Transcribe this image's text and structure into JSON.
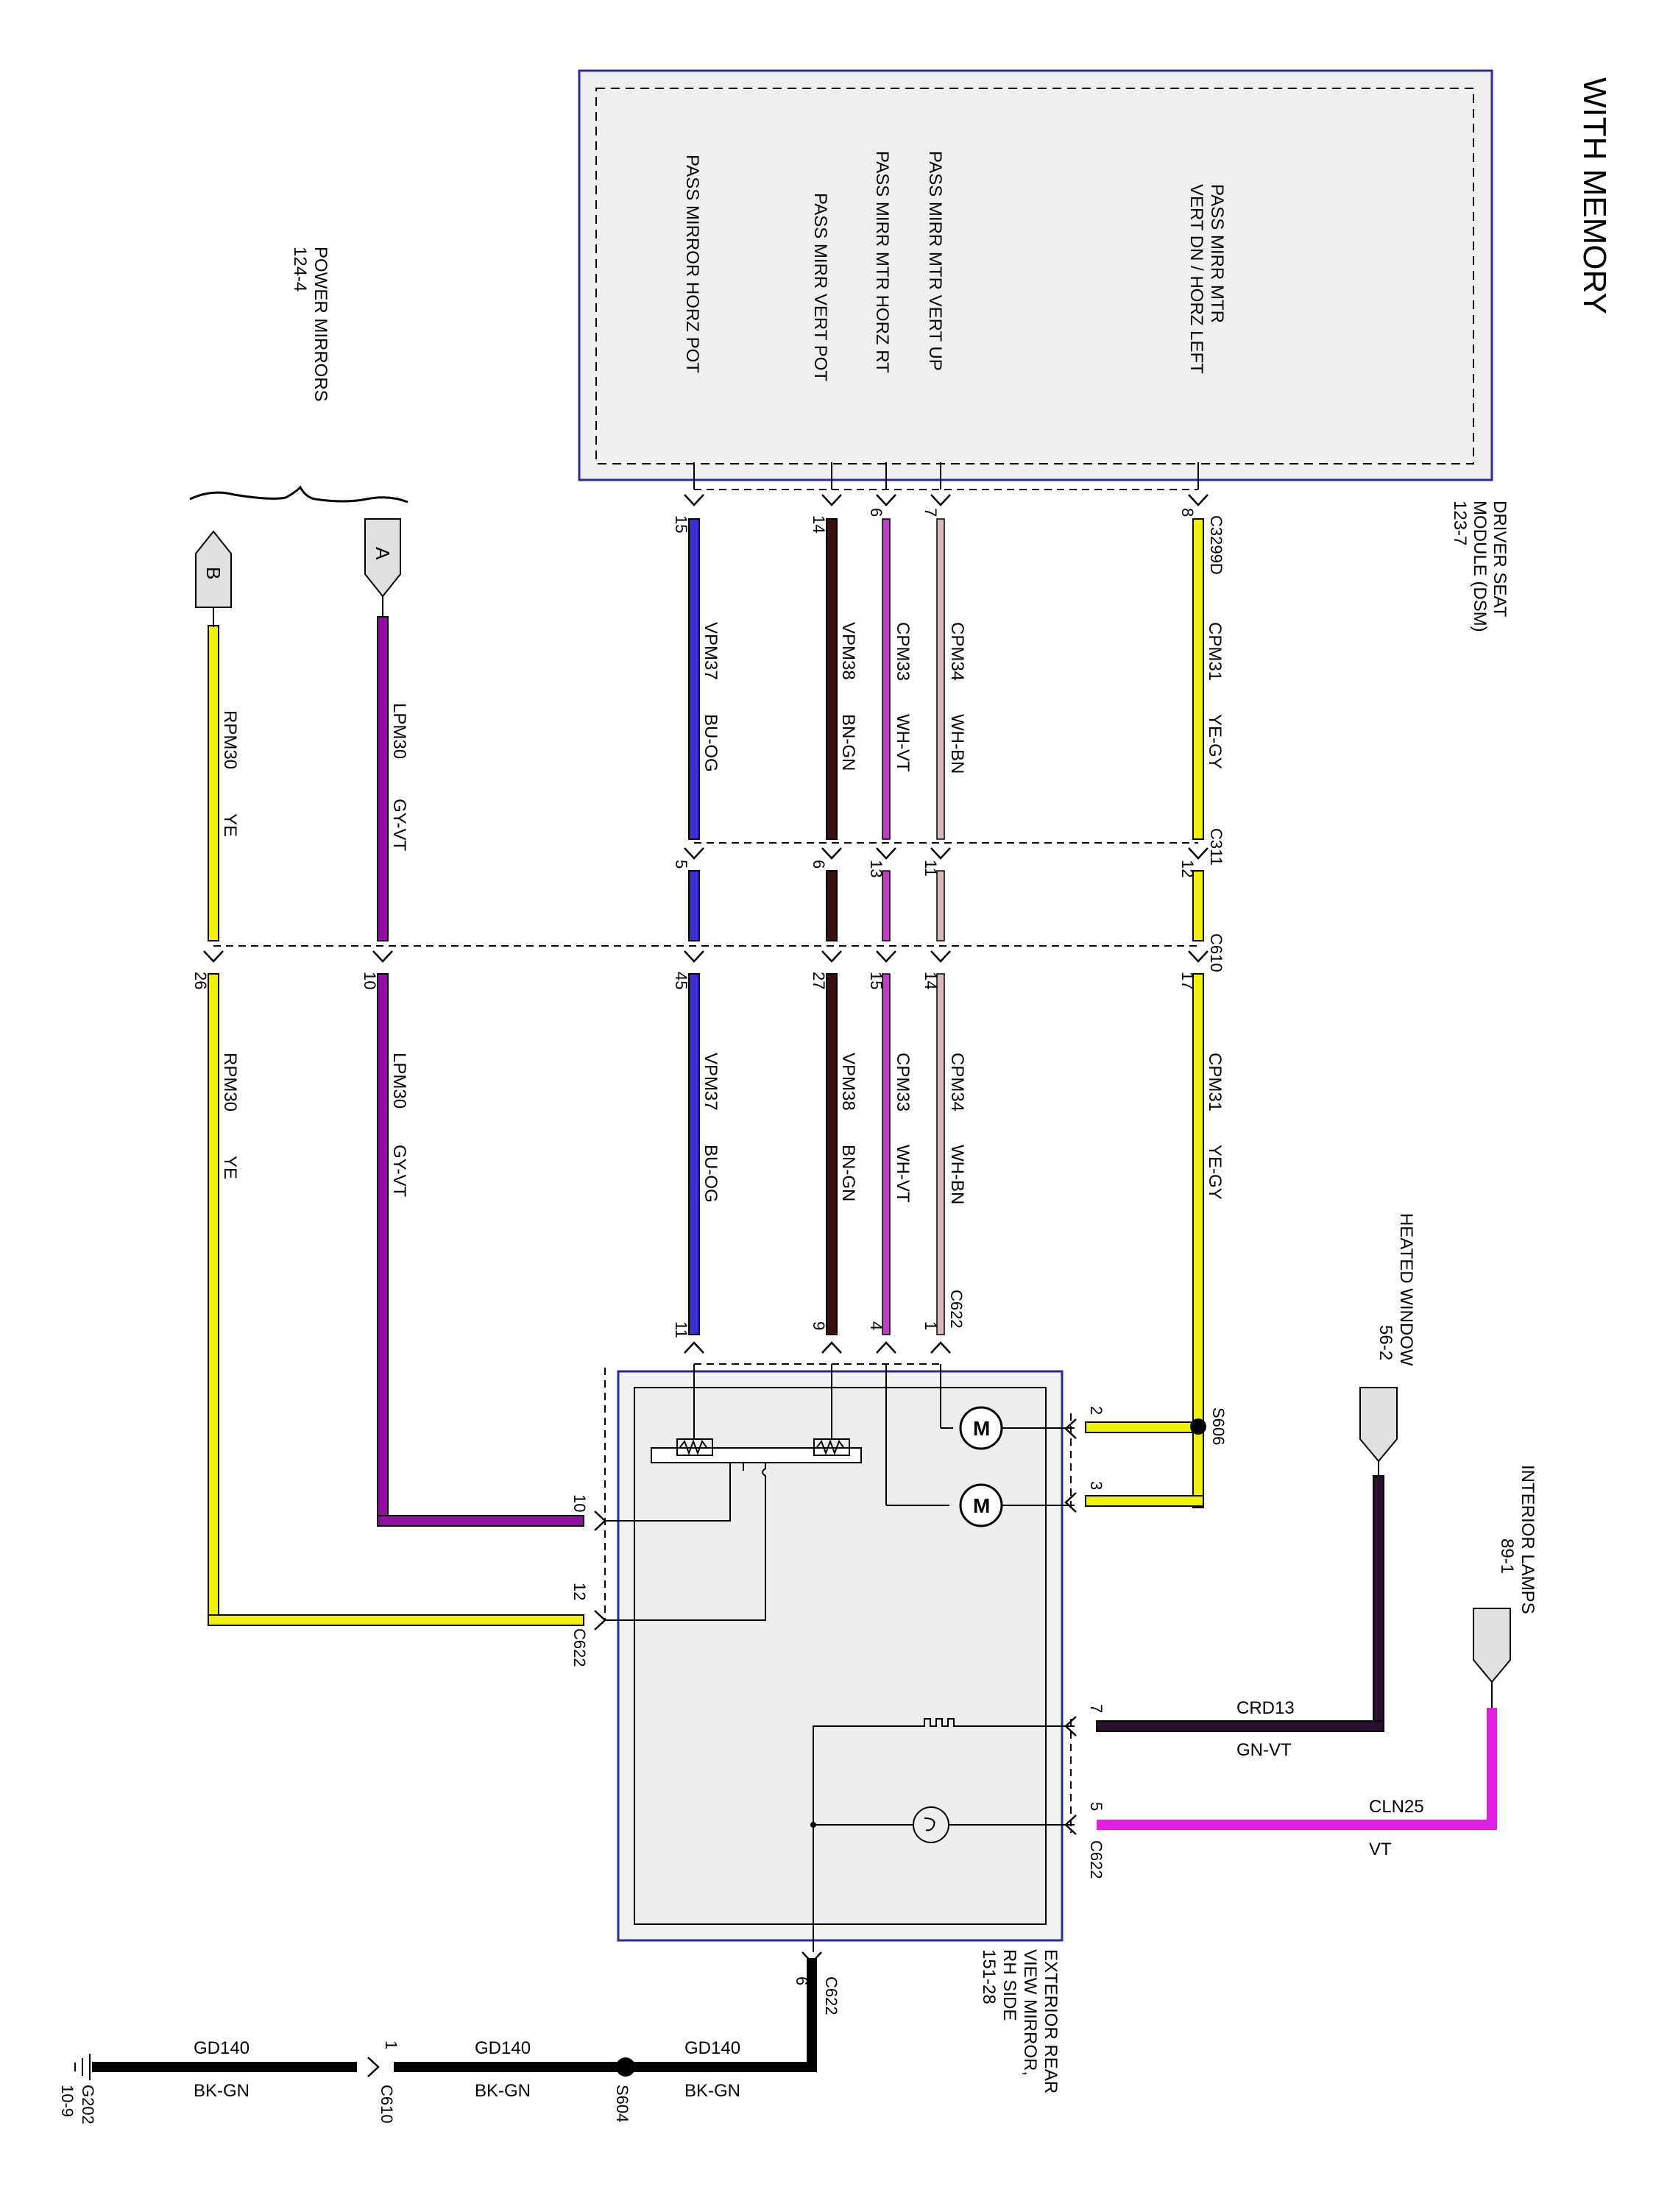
{
  "header": {
    "title": "WITH MEMORY"
  },
  "dsm": {
    "name_line1": "DRIVER SEAT",
    "name_line2": "MODULE (DSM)",
    "ref": "123-7",
    "pins": [
      {
        "label": "PASS MIRROR HORZ POT"
      },
      {
        "label": "PASS MIRR VERT POT"
      },
      {
        "label": "PASS MIRR MTR HORZ RT"
      },
      {
        "label": "PASS MIRR MTR VERT UP"
      },
      {
        "label_line1": "PASS MIRR MTR",
        "label_line2": "VERT DN / HORZ LEFT"
      }
    ]
  },
  "power_mirrors": {
    "name": "POWER MIRRORS",
    "ref": "124-4",
    "conn_a": "A",
    "conn_b": "B"
  },
  "connectors": {
    "c3299d": "C3299D",
    "c311": "C311",
    "c610": "C610",
    "c622": "C622",
    "s606": "S606",
    "s604": "S604",
    "g202": "G202",
    "g202_ref": "10-9"
  },
  "wires": [
    {
      "circuit": "VPM37",
      "color": "BU-OG",
      "pin_top": "15",
      "pin_c311": "5",
      "pin_c610": "45",
      "pin_c622": "11"
    },
    {
      "circuit": "VPM38",
      "color": "BN-GN",
      "pin_top": "14",
      "pin_c311": "6",
      "pin_c610": "27",
      "pin_c622": "9"
    },
    {
      "circuit": "CPM33",
      "color": "WH-VT",
      "pin_top": "6",
      "pin_c311": "13",
      "pin_c610": "15",
      "pin_c622": "4"
    },
    {
      "circuit": "CPM34",
      "color": "WH-BN",
      "pin_top": "7",
      "pin_c311": "11",
      "pin_c610": "14",
      "pin_c622": "1"
    },
    {
      "circuit": "CPM31",
      "color": "YE-GY",
      "pin_top": "8",
      "pin_c311": "12",
      "pin_c610": "17"
    },
    {
      "circuit": "LPM30",
      "color": "GY-VT",
      "pin_c610": "10",
      "pin_c622": "10"
    },
    {
      "circuit": "RPM30",
      "color": "YE",
      "pin_c610": "26",
      "pin_c622": "12"
    }
  ],
  "s606_pins": [
    "2",
    "3"
  ],
  "motor_label": "M",
  "heated_window": {
    "name": "HEATED WINDOW",
    "ref": "56-2",
    "circuit": "CRD13",
    "color": "GN-VT",
    "pin": "7"
  },
  "interior_lamps": {
    "name": "INTERIOR LAMPS",
    "ref": "89-1",
    "circuit": "CLN25",
    "color": "VT",
    "pin": "5"
  },
  "mirror": {
    "line1": "EXTERIOR REAR",
    "line2": "VIEW MIRROR,",
    "line3": "RH SIDE",
    "ref": "151-28",
    "ground_pin": "6"
  },
  "ground": {
    "circuit": "GD140",
    "color": "BK-GN",
    "c610_pin": "1"
  },
  "colors": {
    "blue": "#3a2fd6",
    "brown": "#3a1010",
    "violet": "#c040c0",
    "yellow": "#f2f200",
    "magenta": "#e020e0",
    "purple": "#9010a0",
    "frame": "#2a2aa0",
    "fill": "#eeeeee"
  }
}
